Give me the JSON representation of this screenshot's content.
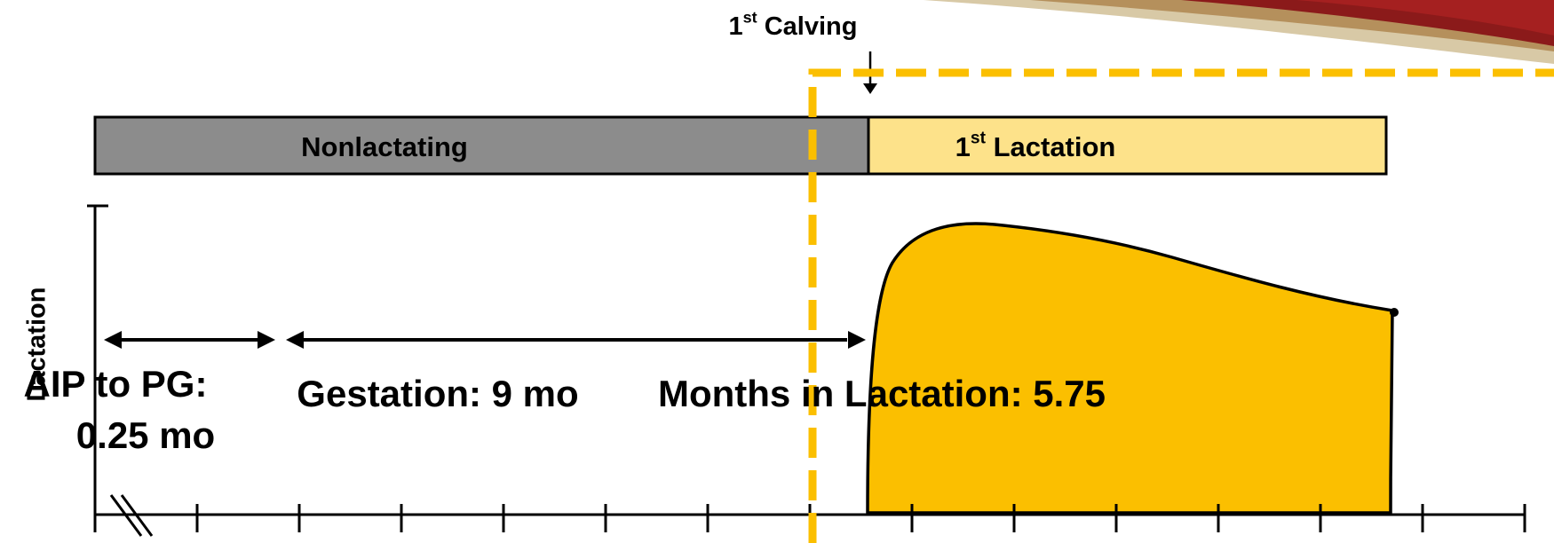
{
  "calving": {
    "ordinal": "1",
    "suffix": "st",
    "text": " Calving"
  },
  "bar": {
    "nonlactating": "Nonlactating",
    "lactation_ordinal": "1",
    "lactation_suffix": "st",
    "lactation_text": " Lactation"
  },
  "y_axis_label": "Lactation",
  "aip_label_line1": "AIP to PG:",
  "aip_label_line2": "0.25 mo",
  "gestation_label": "Gestation: 9 mo",
  "months_label": "Months in Lactation: 5.75",
  "colors": {
    "nonlactating_fill": "#8c8c8c",
    "lactation_bar_fill": "#fde28a",
    "lactation_curve_fill": "#fbbf00",
    "dashed_line": "#fbbf00",
    "header_swoosh_red": "#8b1a1a",
    "header_swoosh_tan": "#c9b48a"
  }
}
